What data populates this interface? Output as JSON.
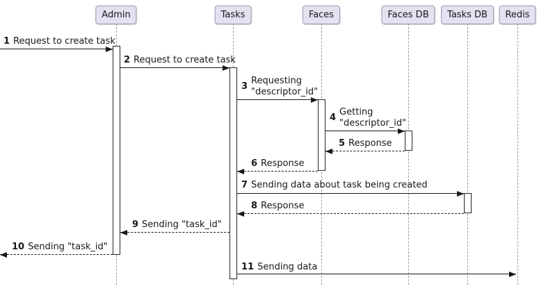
{
  "diagram": {
    "kind": "sequence-diagram",
    "participants": [
      {
        "name": "Admin"
      },
      {
        "name": "Tasks"
      },
      {
        "name": "Faces"
      },
      {
        "name": "Faces DB"
      },
      {
        "name": "Tasks DB"
      },
      {
        "name": "Redis"
      }
    ],
    "messages": [
      {
        "num": "1",
        "text": "Request to create task",
        "from": "external",
        "to": "Admin",
        "line": "solid"
      },
      {
        "num": "2",
        "text": "Request to create task",
        "from": "Admin",
        "to": "Tasks",
        "line": "solid"
      },
      {
        "num": "3",
        "text": "Requesting\n\"descriptor_id\"",
        "from": "Tasks",
        "to": "Faces",
        "line": "solid"
      },
      {
        "num": "4",
        "text": "Getting\n\"descriptor_id\"",
        "from": "Faces",
        "to": "Faces DB",
        "line": "solid"
      },
      {
        "num": "5",
        "text": "Response",
        "from": "Faces DB",
        "to": "Faces",
        "line": "dashed"
      },
      {
        "num": "6",
        "text": "Response",
        "from": "Faces",
        "to": "Tasks",
        "line": "dashed"
      },
      {
        "num": "7",
        "text": "Sending data about task being created",
        "from": "Tasks",
        "to": "Tasks DB",
        "line": "solid"
      },
      {
        "num": "8",
        "text": "Response",
        "from": "Tasks DB",
        "to": "Tasks",
        "line": "dashed"
      },
      {
        "num": "9",
        "text": "Sending \"task_id\"",
        "from": "Tasks",
        "to": "Admin",
        "line": "dashed"
      },
      {
        "num": "10",
        "text": "Sending \"task_id\"",
        "from": "Admin",
        "to": "external",
        "line": "dashed"
      },
      {
        "num": "11",
        "text": "Sending data",
        "from": "Tasks",
        "to": "Redis",
        "line": "solid"
      }
    ],
    "colors": {
      "participant_fill": "#E2E2F0",
      "participant_border": "#9898B0",
      "lifeline": "#9A9A9A",
      "arrow_and_text": "#181818",
      "activation_fill": "#FFFFFF",
      "activation_border": "#222222",
      "background": "#FFFFFF"
    }
  }
}
